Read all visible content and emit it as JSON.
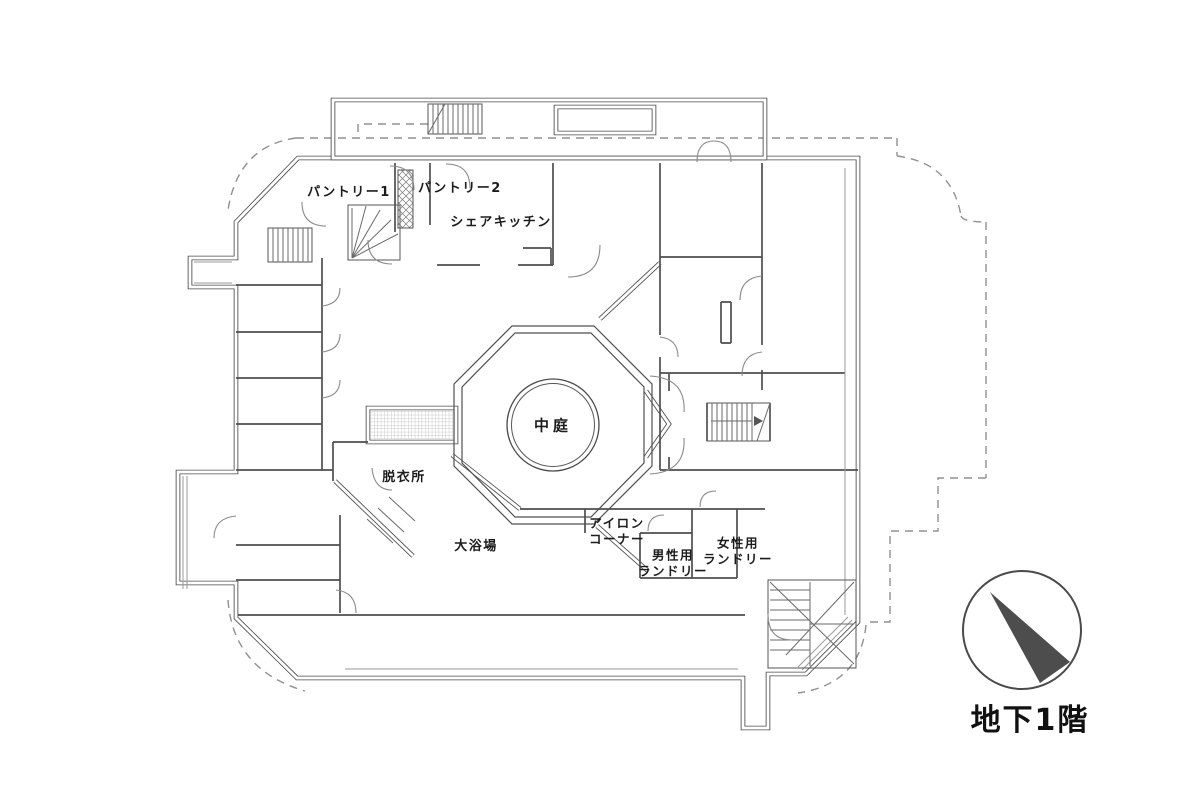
{
  "title": {
    "floor": "地下1階"
  },
  "labels": {
    "pantry1": "パントリー1",
    "pantry2": "パントリー2",
    "share_kitchen": "シェアキッチン",
    "courtyard": "中庭",
    "dressing_room": "脱衣所",
    "large_bath": "大浴場",
    "iron_corner": "アイロン\nコーナー",
    "mens_laundry": "男性用\nランドリー",
    "womens_laundry": "女性用\nランドリー"
  },
  "icons": {
    "compass": "north-arrow-icon"
  },
  "colors": {
    "wall_line": "#4a4a4a",
    "light_line": "#8a8a8a",
    "hatch": "#9c9c9c",
    "needle": "#4d4d4d",
    "text": "#1f1f1f",
    "background": "#ffffff"
  }
}
